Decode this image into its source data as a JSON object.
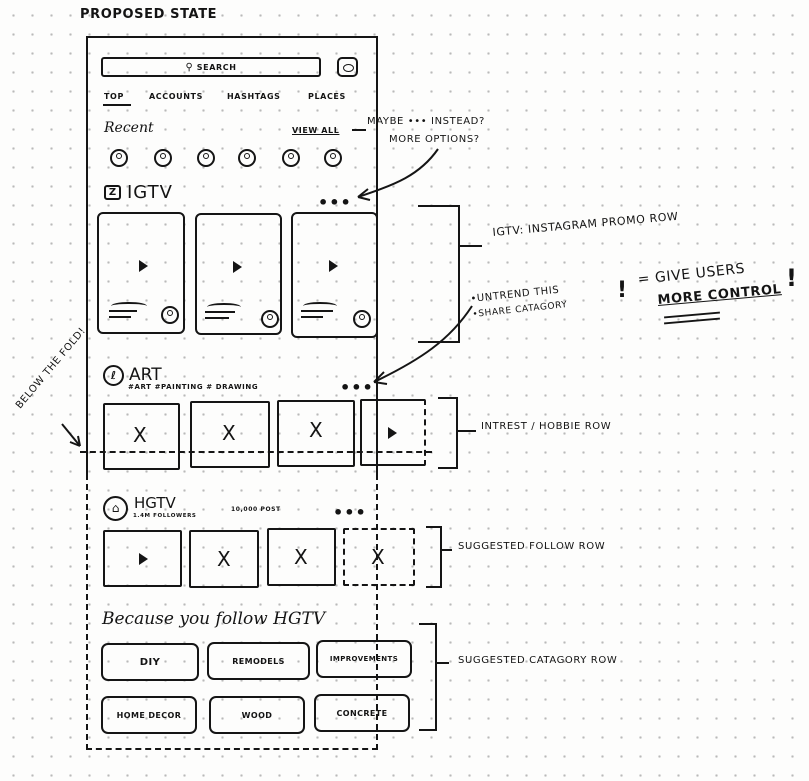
{
  "page_title": "PROPOSED STATE",
  "search": {
    "label": "SEARCH"
  },
  "tabs": [
    "TOP",
    "ACCOUNTS",
    "HASHTAGS",
    "PLACES"
  ],
  "recent": {
    "title": "Recent",
    "view_all": "VIEW ALL"
  },
  "igtv": {
    "title": "IGTV"
  },
  "art": {
    "title": "ART",
    "tags": "#ART #PAINTING # DRAWING"
  },
  "hgtv": {
    "title": "HGTV",
    "followers": "1.4M FOLLOWERS",
    "posts": "10,000 POST"
  },
  "because": {
    "title": "Because you follow HGTV",
    "chips": [
      "DIY",
      "REMODELS",
      "IMPROVEMENTS",
      "HOME DECOR",
      "WOOD",
      "CONCRETE"
    ]
  },
  "annotations": {
    "maybe": "maybe ••• INSTEAD?",
    "more_options": "MORE OPTIONS?",
    "igtv_row": "IGTV: INSTAGRAM PROMO ROW",
    "untrend": "•UNTREND THIS",
    "share": "•SHARE CATAGORY",
    "give_users": "= GIVE USERS",
    "more_control": "MORE CONTROL",
    "below_fold": "BELOW THE FOLD!",
    "interest_row": "INTREST / HOBBIE ROW",
    "suggested_follow": "SUGGESTED FOLLOW ROW",
    "suggested_category": "SUGGESTED CATAGORY ROW"
  }
}
